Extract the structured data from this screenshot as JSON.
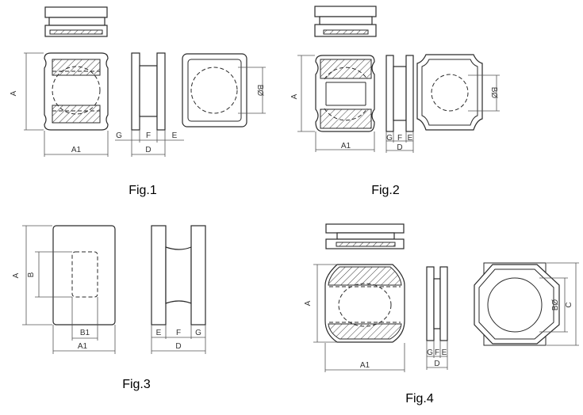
{
  "figures": [
    {
      "caption": "Fig.1",
      "labels": {
        "A": "A",
        "A1": "A1",
        "B": "BØ",
        "D": "D",
        "E": "E",
        "F": "F",
        "G": "G"
      }
    },
    {
      "caption": "Fig.2",
      "labels": {
        "A": "A",
        "A1": "A1",
        "B": "BØ",
        "D": "D",
        "E": "E",
        "F": "F",
        "G": "G"
      }
    },
    {
      "caption": "Fig.3",
      "labels": {
        "A": "A",
        "A1": "A1",
        "B": "B",
        "B1": "B1",
        "D": "D",
        "E": "E",
        "F": "F",
        "G": "G"
      }
    },
    {
      "caption": "Fig.4",
      "labels": {
        "A": "A",
        "A1": "A1",
        "B": "BØ",
        "C": "C",
        "D": "D",
        "E": "E",
        "F": "F",
        "G": "G"
      }
    }
  ]
}
